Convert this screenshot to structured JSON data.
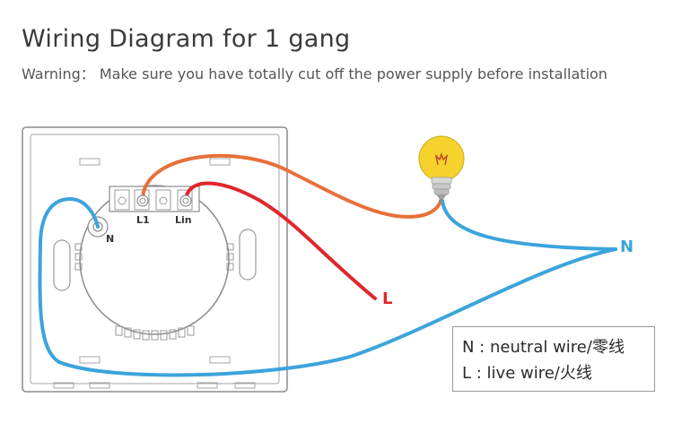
{
  "title": "Wiring Diagram for 1 gang",
  "warning": "Warning： Make sure you have totally cut off the power supply before installation",
  "terminal_labels": {
    "n": "N",
    "l1": "L1",
    "lin": "Lin"
  },
  "wire_labels": {
    "live": "L",
    "neutral": "N"
  },
  "legend": {
    "neutral": "N : neutral wire/零线",
    "live": "L : live wire/火线"
  },
  "colors": {
    "live_wire": "#e0262b",
    "switched_wire": "#e8703a",
    "neutral_wire": "#3ba4dc",
    "bulb": "#f6d22c",
    "outline": "#8c8c8c"
  }
}
